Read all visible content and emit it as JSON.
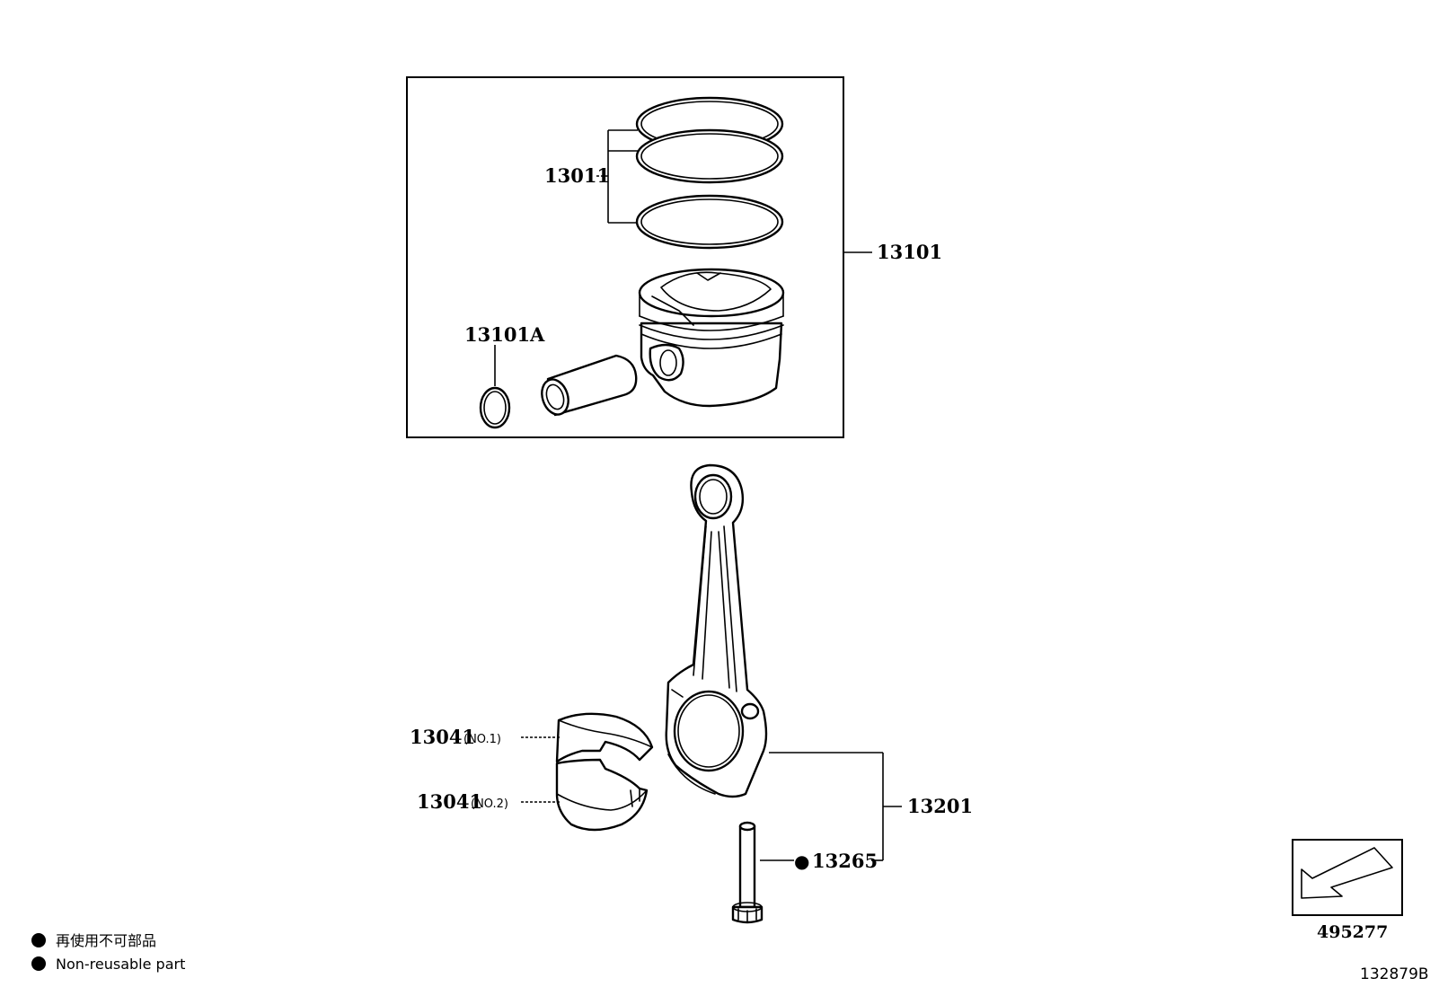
{
  "labels": {
    "piston_rings": "13011",
    "piston_sub_assy": "13101",
    "snap_ring": "13101A",
    "bearing_no1_num": "13041",
    "bearing_no1_suffix": "(NO.1)",
    "bearing_no2_num": "13041",
    "bearing_no2_suffix": "(NO.2)",
    "connecting_rod": "13201",
    "rod_bolt": "13265"
  },
  "legend": {
    "marker": "●",
    "text_ja": "再使用不可部品",
    "text_en": "Non-reusable part"
  },
  "reference": {
    "arrow_box_code": "495277",
    "illustration_id": "132879B"
  }
}
